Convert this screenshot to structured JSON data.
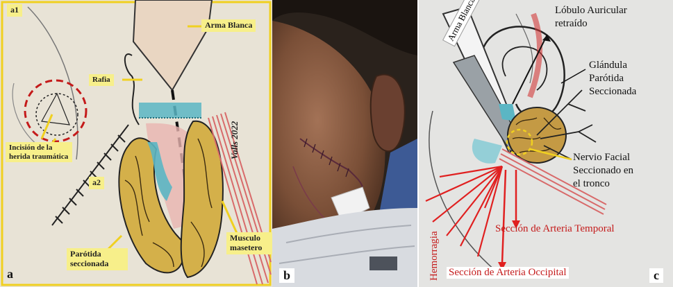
{
  "panel_a": {
    "sub_label_a1": "a1",
    "sub_label_a2": "a2",
    "letter": "a",
    "arma_blanca": "Arma Blanca",
    "rafia": "Rafia",
    "incision_label": "Incisión de la herida traumática",
    "parotida_label": "Parótida seccionada",
    "musculo_label": "Musculo masetero",
    "signature": "Valls 2022"
  },
  "panel_b": {
    "letter": "b"
  },
  "panel_c": {
    "letter": "c",
    "arma_blanca": "Arma Blanca",
    "lobulo_line1": "Lóbulo Auricular",
    "lobulo_line2": "retraído",
    "glandula_line1": "Glándula",
    "glandula_line2": "Parótida",
    "glandula_line3": "Seccionada",
    "nervio_line1": "Nervio Facial",
    "nervio_line2": "Seccionado en",
    "nervio_line3": "el tronco",
    "hemorragia": "Hemorragia",
    "arteria_temporal": "Sección de Arteria Temporal",
    "arteria_occipital": "Sección de Arteria Occipital"
  },
  "colors": {
    "label_yellow": "#f7ef8a",
    "arrow_yellow": "#f0d020",
    "red": "#c41a1a",
    "parotid": "#d4b04a",
    "teal": "#5bb6c4",
    "muscle": "#d86a6a"
  }
}
